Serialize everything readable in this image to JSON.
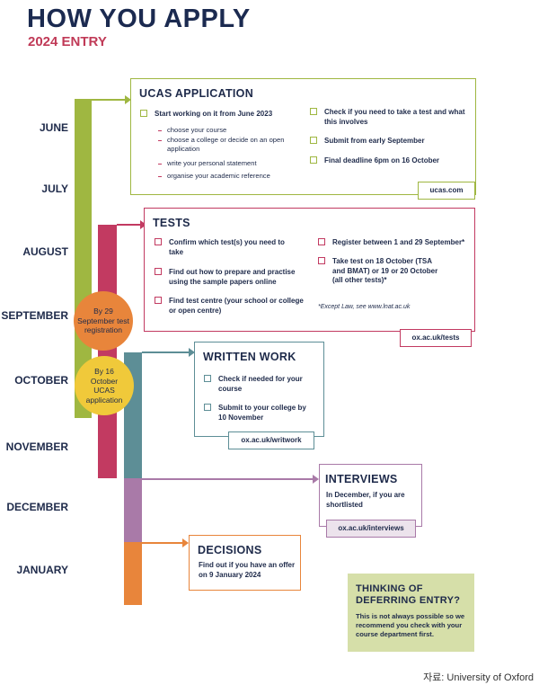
{
  "header": {
    "title": "HOW YOU APPLY",
    "subtitle": "2024 ENTRY"
  },
  "months": [
    "JUNE",
    "JULY",
    "AUGUST",
    "SEPTEMBER",
    "OCTOBER",
    "NOVEMBER",
    "DECEMBER",
    "JANUARY"
  ],
  "colors": {
    "green": "#9fb741",
    "crimson": "#c23a61",
    "teal": "#5d8e96",
    "mauve": "#a97aa8",
    "orange": "#e8853b",
    "navy": "#1e2a4a",
    "yellow": "#f0c93a",
    "sage": "#d6dfa9"
  },
  "ucas": {
    "title": "UCAS APPLICATION",
    "start": "Start working on it from June 2023",
    "subs": [
      "choose your course",
      "choose a college or decide on an open application",
      "write your personal statement",
      "organise your academic reference"
    ],
    "check": "Check if you need to take a test and what this involves",
    "submit": "Submit from early September",
    "deadline": "Final deadline 6pm on 16 October",
    "link": "ucas.com"
  },
  "tests": {
    "title": "TESTS",
    "confirm": "Confirm which test(s) you need to take",
    "prepare": "Find out how to prepare and practise using the sample papers online",
    "centre": "Find test centre (your school or college or open centre)",
    "register": "Register between 1 and 29 September*",
    "take": "Take test on 18 October (TSA and BMAT) or 19 or 20 October (all other tests)*",
    "note": "*Except Law, see www.lnat.ac.uk",
    "link": "ox.ac.uk/tests"
  },
  "written": {
    "title": "WRITTEN WORK",
    "check": "Check if needed for your course",
    "submit": "Submit to your college by 10 November",
    "link": "ox.ac.uk/writwork"
  },
  "interviews": {
    "title": "INTERVIEWS",
    "text": "In December, if you are shortlisted",
    "link": "ox.ac.uk/interviews"
  },
  "decisions": {
    "title": "DECISIONS",
    "text": "Find out if you have an offer on 9 January 2024"
  },
  "circles": {
    "sept": "By 29 September test registration",
    "oct": "By 16 October UCAS application"
  },
  "deferring": {
    "title": "THINKING OF DEFERRING ENTRY?",
    "text": "This is not always possible so we recommend you check with your course department first."
  },
  "source": "자료: University of Oxford"
}
